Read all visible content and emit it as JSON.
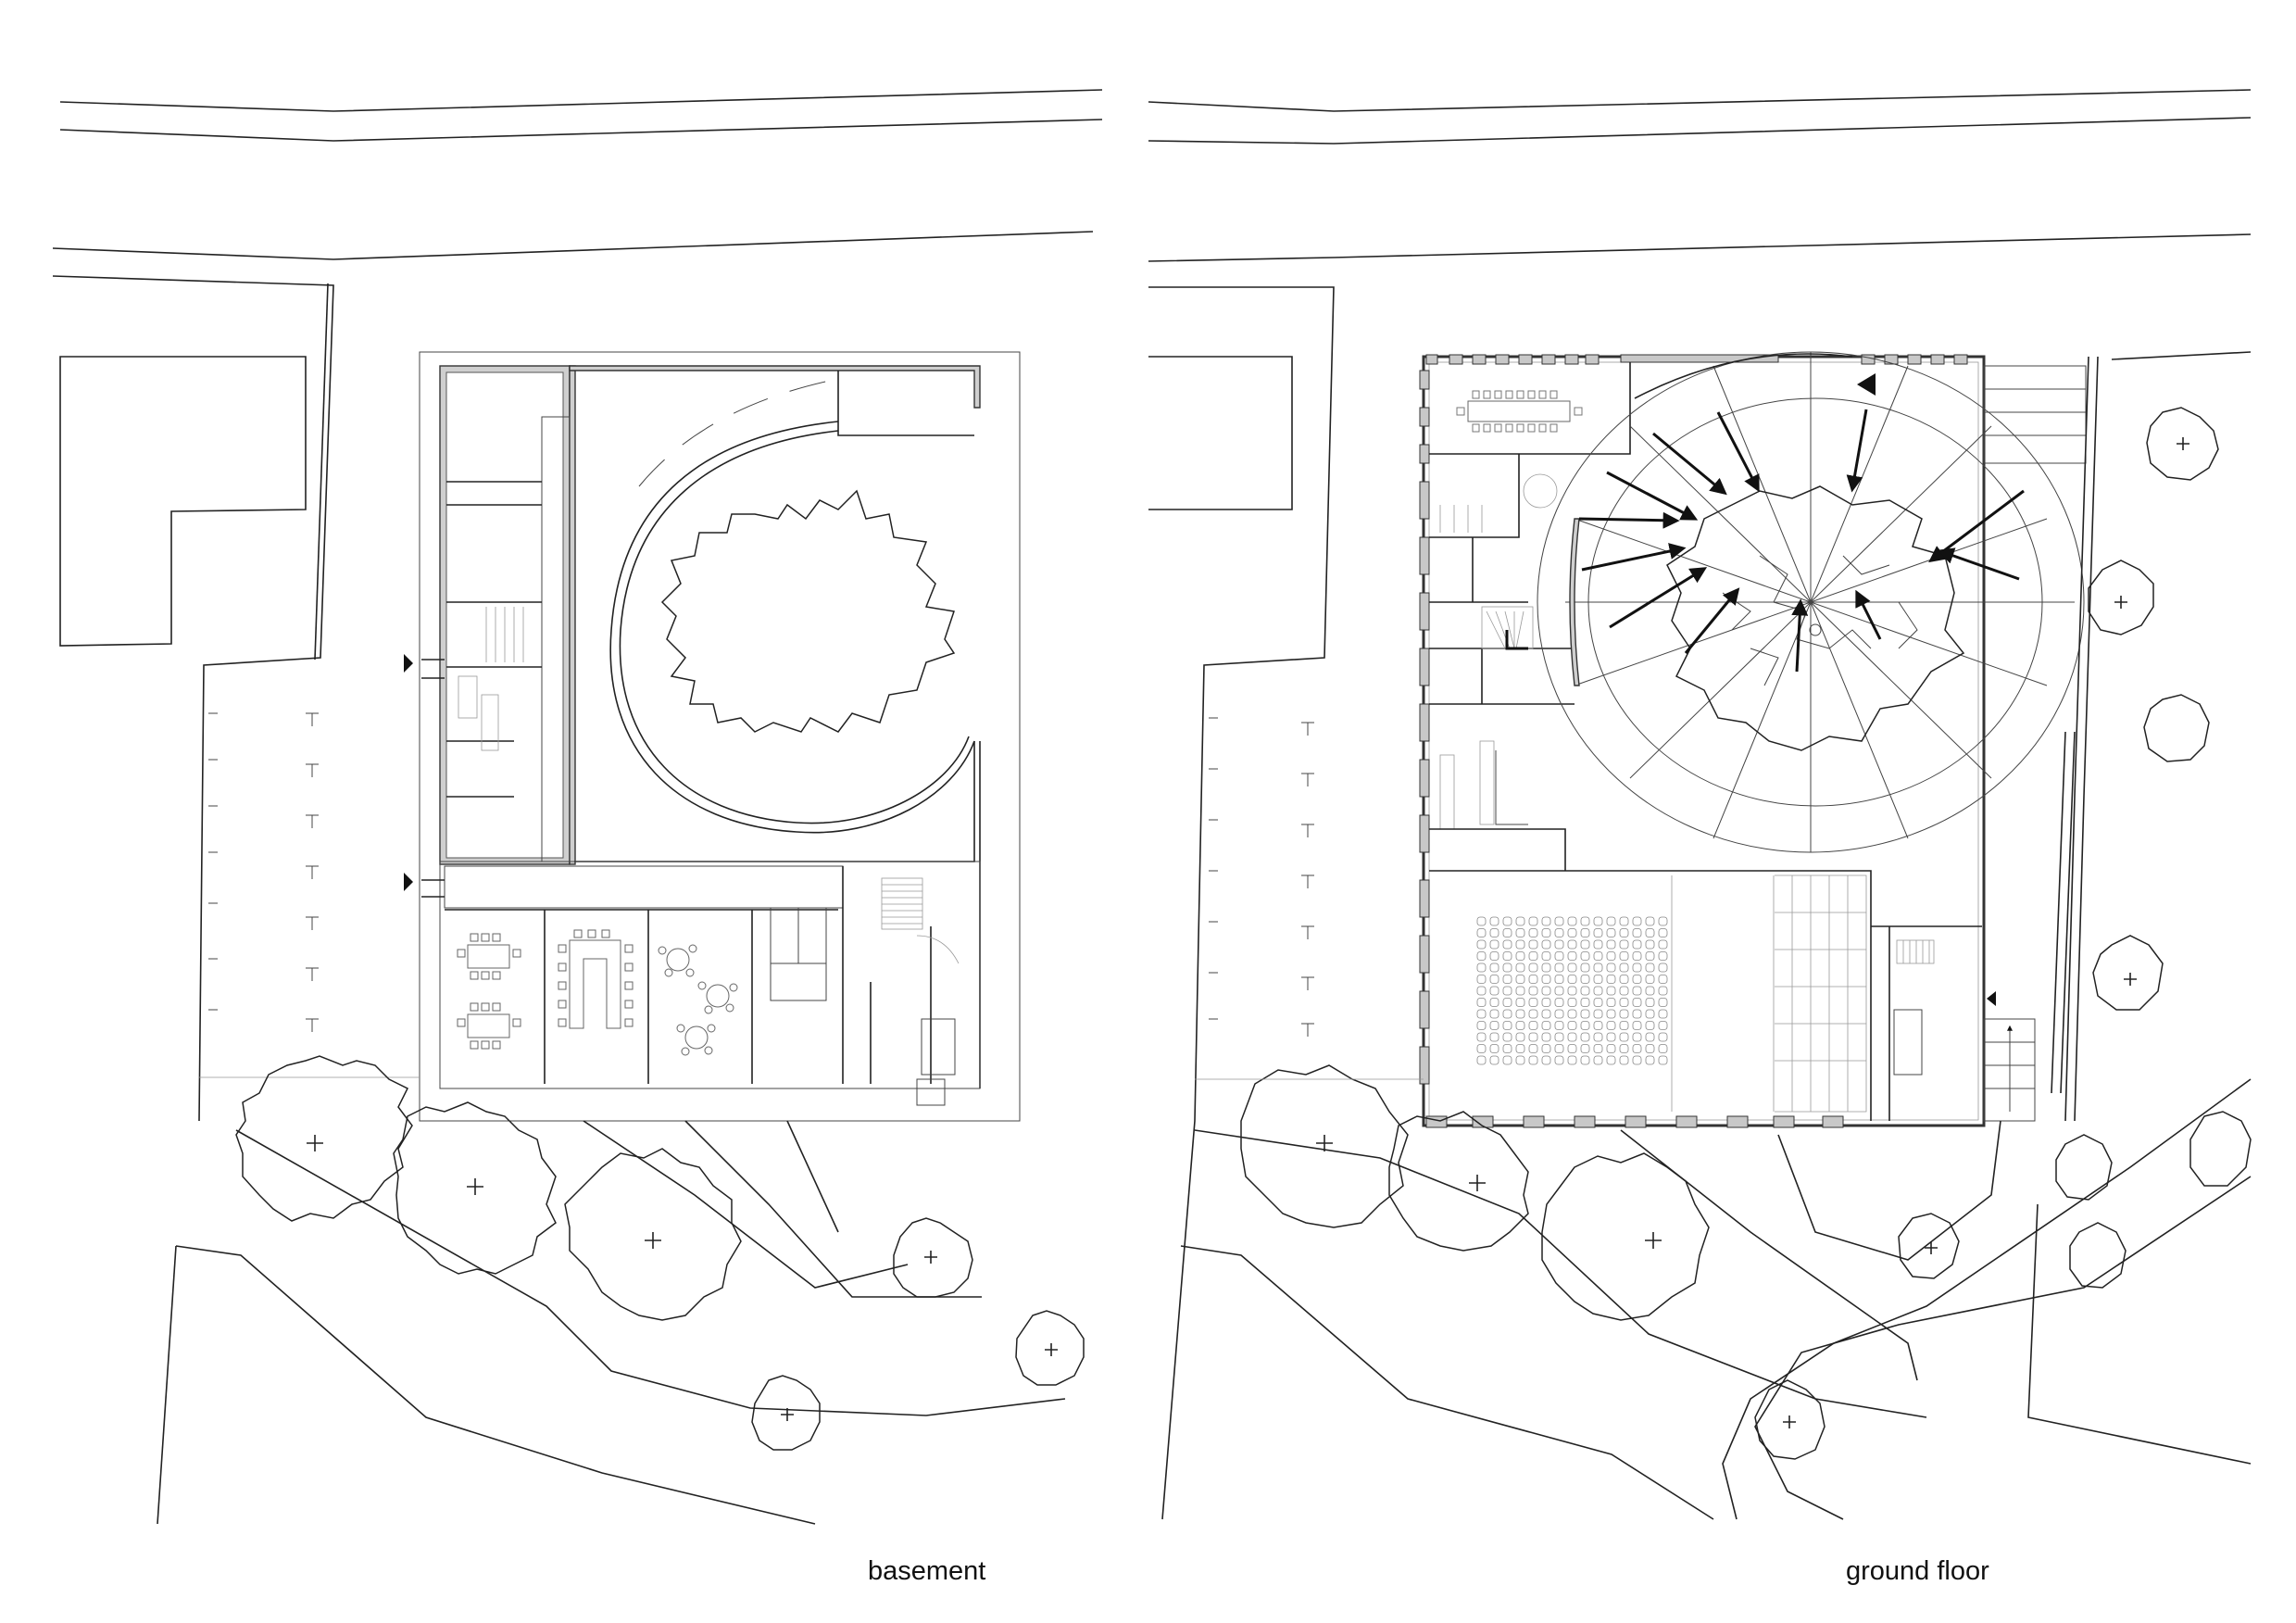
{
  "drawings": [
    {
      "id": "basement",
      "caption": "basement"
    },
    {
      "id": "ground_floor",
      "caption": "ground floor"
    }
  ],
  "colors": {
    "background": "#ffffff",
    "line": "#222222",
    "wall_fill": "#cfcfcf"
  }
}
